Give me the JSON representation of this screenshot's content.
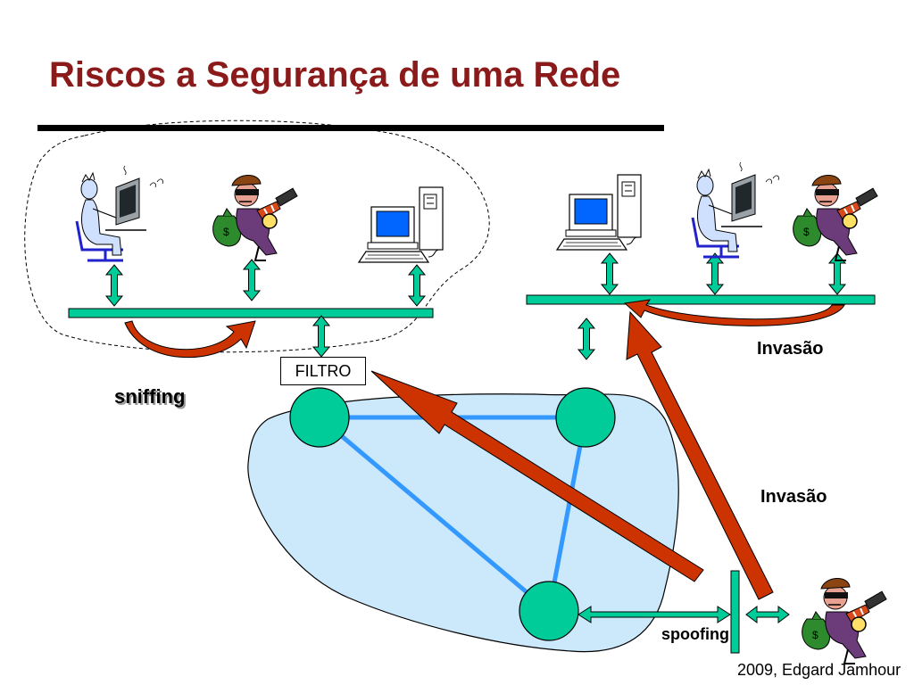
{
  "slide": {
    "title": "Riscos a Segurança de uma Rede",
    "footer": "2009, Edgard Jamhour"
  },
  "labels": {
    "sniffing": "sniffing",
    "invasao_top": "Invasão",
    "invasao_mid": "Invasão",
    "spoofing": "spoofing",
    "filtro": "FILTRO"
  },
  "colors": {
    "title": "#8b1a1a",
    "bus": "#00cc99",
    "router": "#00cc99",
    "link": "#3399ff",
    "cloud": "#cce8fb",
    "attack_arrow": "#cc3300",
    "monitor_screen": "#0066ff"
  },
  "icons": [
    "user-at-computer-icon",
    "thief-icon",
    "computer-icon"
  ]
}
